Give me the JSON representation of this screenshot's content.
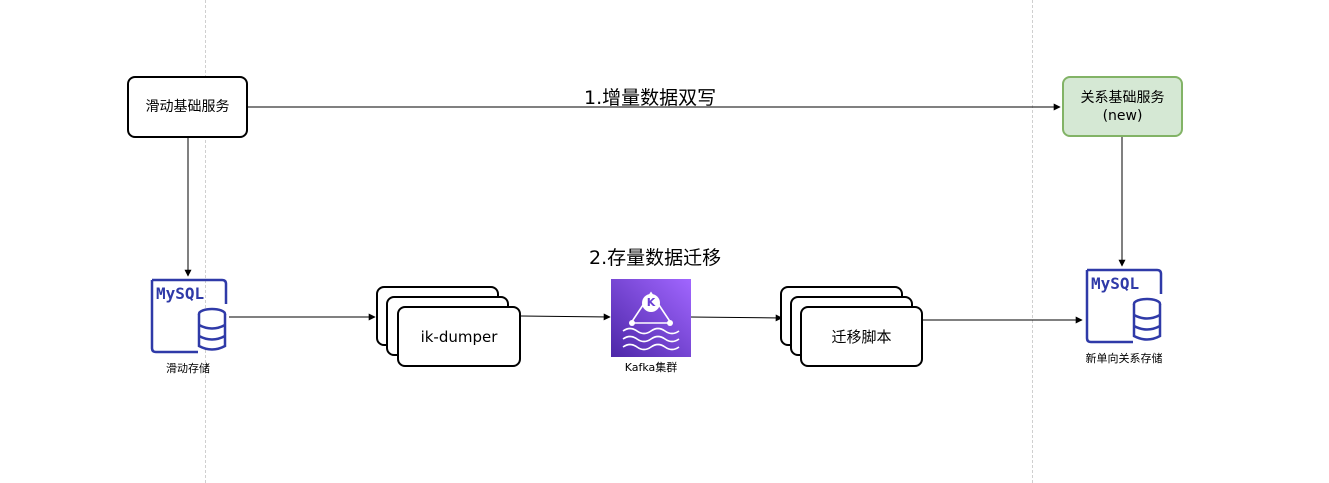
{
  "services": {
    "source": "滑动基础服务",
    "target_line1": "关系基础服务",
    "target_line2": "(new)"
  },
  "steps": {
    "step1": "1.增量数据双写",
    "step2": "2.存量数据迁移"
  },
  "databases": {
    "source": {
      "logo": "MySQL",
      "caption": "滑动存储"
    },
    "target": {
      "logo": "MySQL",
      "caption": "新单向关系存储"
    }
  },
  "workers": {
    "dumper": "ik-dumper",
    "kafka_caption": "Kafka集群",
    "kafka_letter": "K",
    "migration": "迁移脚本"
  },
  "colors": {
    "mysql_blue": "#2f3aa8",
    "kafka_purple": "#6b3fd6",
    "green_fill": "#d5e8d4",
    "green_stroke": "#82b366"
  },
  "icons": {
    "mysql": "mysql-database-icon",
    "kafka": "kafka-cluster-icon"
  }
}
